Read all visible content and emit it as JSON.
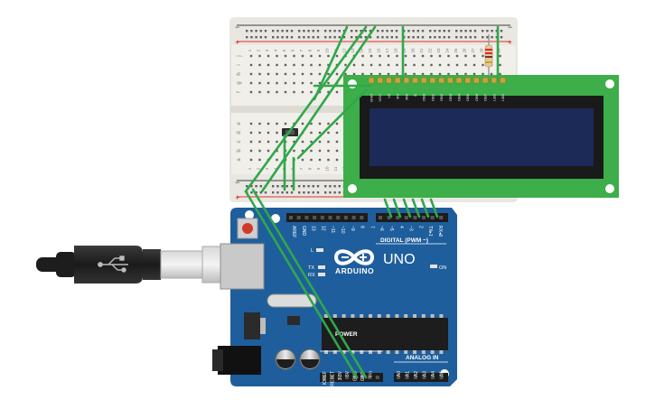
{
  "board": {
    "brand": "ARDUINO",
    "model": "UNO",
    "digital_label": "DIGITAL (PWM ~)",
    "power_label": "POWER",
    "analog_label": "ANALOG IN",
    "on_label": "ON",
    "led_l": "L",
    "led_tx": "TX",
    "led_rx": "RX",
    "digital_pins": [
      "AREF",
      "GND",
      "13",
      "12",
      "~11",
      "~10",
      "~9",
      "8",
      "7",
      "~6",
      "~5",
      "4",
      "~3",
      "2",
      "TX▸1",
      "RX◂0"
    ],
    "power_pins": [
      "IOREF",
      "RESET",
      "3.3V",
      "5V",
      "GND",
      "GND",
      "Vin"
    ],
    "analog_pins": [
      "A0",
      "A1",
      "A2",
      "A3",
      "A4",
      "A5"
    ]
  },
  "lcd": {
    "pin_labels": [
      "GND",
      "VCC",
      "V0",
      "RS",
      "RW",
      "E",
      "DB0",
      "DB1",
      "DB2",
      "DB3",
      "DB4",
      "DB5",
      "DB6",
      "DB7",
      "LED",
      "LED"
    ]
  },
  "breadboard": {
    "rail_plus": "+",
    "rail_minus": "−",
    "row_letters_top": [
      "j",
      "i",
      "h",
      "g",
      "f"
    ],
    "row_letters_bottom": [
      "e",
      "d",
      "c",
      "b",
      "a"
    ],
    "column_numbers": [
      "1",
      "2",
      "3",
      "4",
      "5",
      "6",
      "7",
      "8",
      "9",
      "10",
      "11",
      "12",
      "13",
      "14",
      "15",
      "16",
      "17",
      "18",
      "19",
      "20",
      "21",
      "22",
      "23",
      "24",
      "25",
      "26",
      "27",
      "28",
      "29",
      "30"
    ]
  },
  "colors": {
    "wire": "#2fa84a",
    "board": "#1f5e9c",
    "lcd_pcb": "#3dae49",
    "lcd_screen": "#1b2a56",
    "breadboard": "#f1efea",
    "rail_red": "#d9332c",
    "rail_dark": "#3d3d3d"
  },
  "icons": [
    "usb-cable-icon",
    "usb-symbol-icon",
    "arduino-infinity-logo-icon",
    "potentiometer-icon",
    "resistor-icon",
    "reset-button-icon"
  ]
}
